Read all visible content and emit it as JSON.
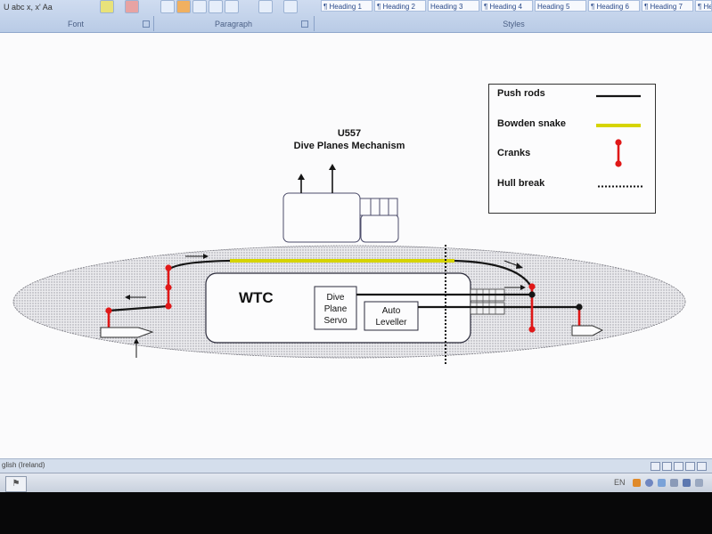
{
  "ribbon": {
    "font_tools": "U abc x, x' Aa",
    "groups": {
      "font": "Font",
      "paragraph": "Paragraph",
      "styles": "Styles"
    },
    "styles": [
      "¶ Heading 1",
      "¶ Heading 2",
      "Heading 3",
      "¶ Heading 4",
      "Heading 5",
      "¶ Heading 6",
      "¶ Heading 7",
      "¶ He"
    ]
  },
  "diagram": {
    "title_line1": "U557",
    "title_line2": "Dive Planes Mechanism",
    "wtc_label": "WTC",
    "servo_label": [
      "Dive",
      "Plane",
      "Servo"
    ],
    "leveller_label": [
      "Auto",
      "Leveller"
    ]
  },
  "legend": {
    "items": [
      {
        "label": "Push rods",
        "color": "#151515"
      },
      {
        "label": "Bowden snake",
        "color": "#d6d400"
      },
      {
        "label": "Cranks",
        "color": "#e01818"
      },
      {
        "label": "Hull break",
        "color": "#151515"
      }
    ]
  },
  "colors": {
    "crank": "#e01818",
    "bowden": "#d6d400",
    "pushrod": "#151515",
    "ribbon": "#c3d3ea"
  },
  "statusbar": {
    "language": "glish (Ireland)"
  },
  "taskbar": {
    "start_icon": "start-icon",
    "language_indicator": "EN"
  }
}
